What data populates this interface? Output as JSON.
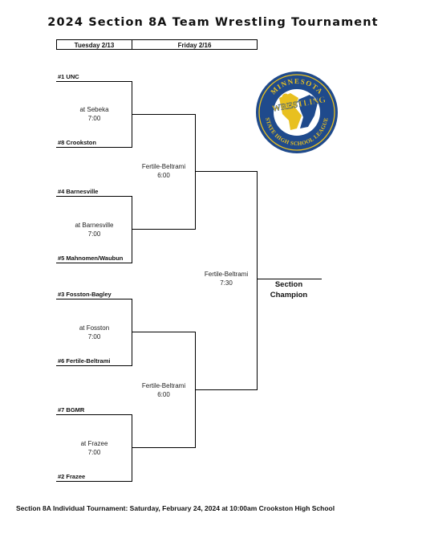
{
  "title": "2024 Section 8A Team Wrestling Tournament",
  "headers": {
    "round1": "Tuesday 2/13",
    "round2": "Friday 2/16"
  },
  "round1": [
    {
      "top": "#1 UNC",
      "bottom": "#8 Crookston",
      "site": "at Sebeka",
      "time": "7:00"
    },
    {
      "top": "#4 Barnesville",
      "bottom": "#5 Mahnomen/Waubun",
      "site": "at Barnesville",
      "time": "7:00"
    },
    {
      "top": "#3 Fosston-Bagley",
      "bottom": "#6 Fertile-Beltrami",
      "site": "at Fosston",
      "time": "7:00"
    },
    {
      "top": "#7 BGMR",
      "bottom": "#2 Frazee",
      "site": "at Frazee",
      "time": "7:00"
    }
  ],
  "semifinals": [
    {
      "site": "Fertile-Beltrami",
      "time": "6:00"
    },
    {
      "site": "Fertile-Beltrami",
      "time": "6:00"
    }
  ],
  "final": {
    "site": "Fertile-Beltrami",
    "time": "7:30"
  },
  "champion": {
    "line1": "Section",
    "line2": "Champion"
  },
  "logo": {
    "arc_top": "MINNESOTA",
    "center": "WRESTLING",
    "arc_bottom": "STATE HIGH SCHOOL LEAGUE"
  },
  "footer": "Section 8A Individual Tournament:  Saturday, February 24, 2024 at 10:00am Crookston High School",
  "colors": {
    "logo_blue": "#1f4a8c",
    "logo_gold": "#e8c020",
    "line": "#000000"
  }
}
